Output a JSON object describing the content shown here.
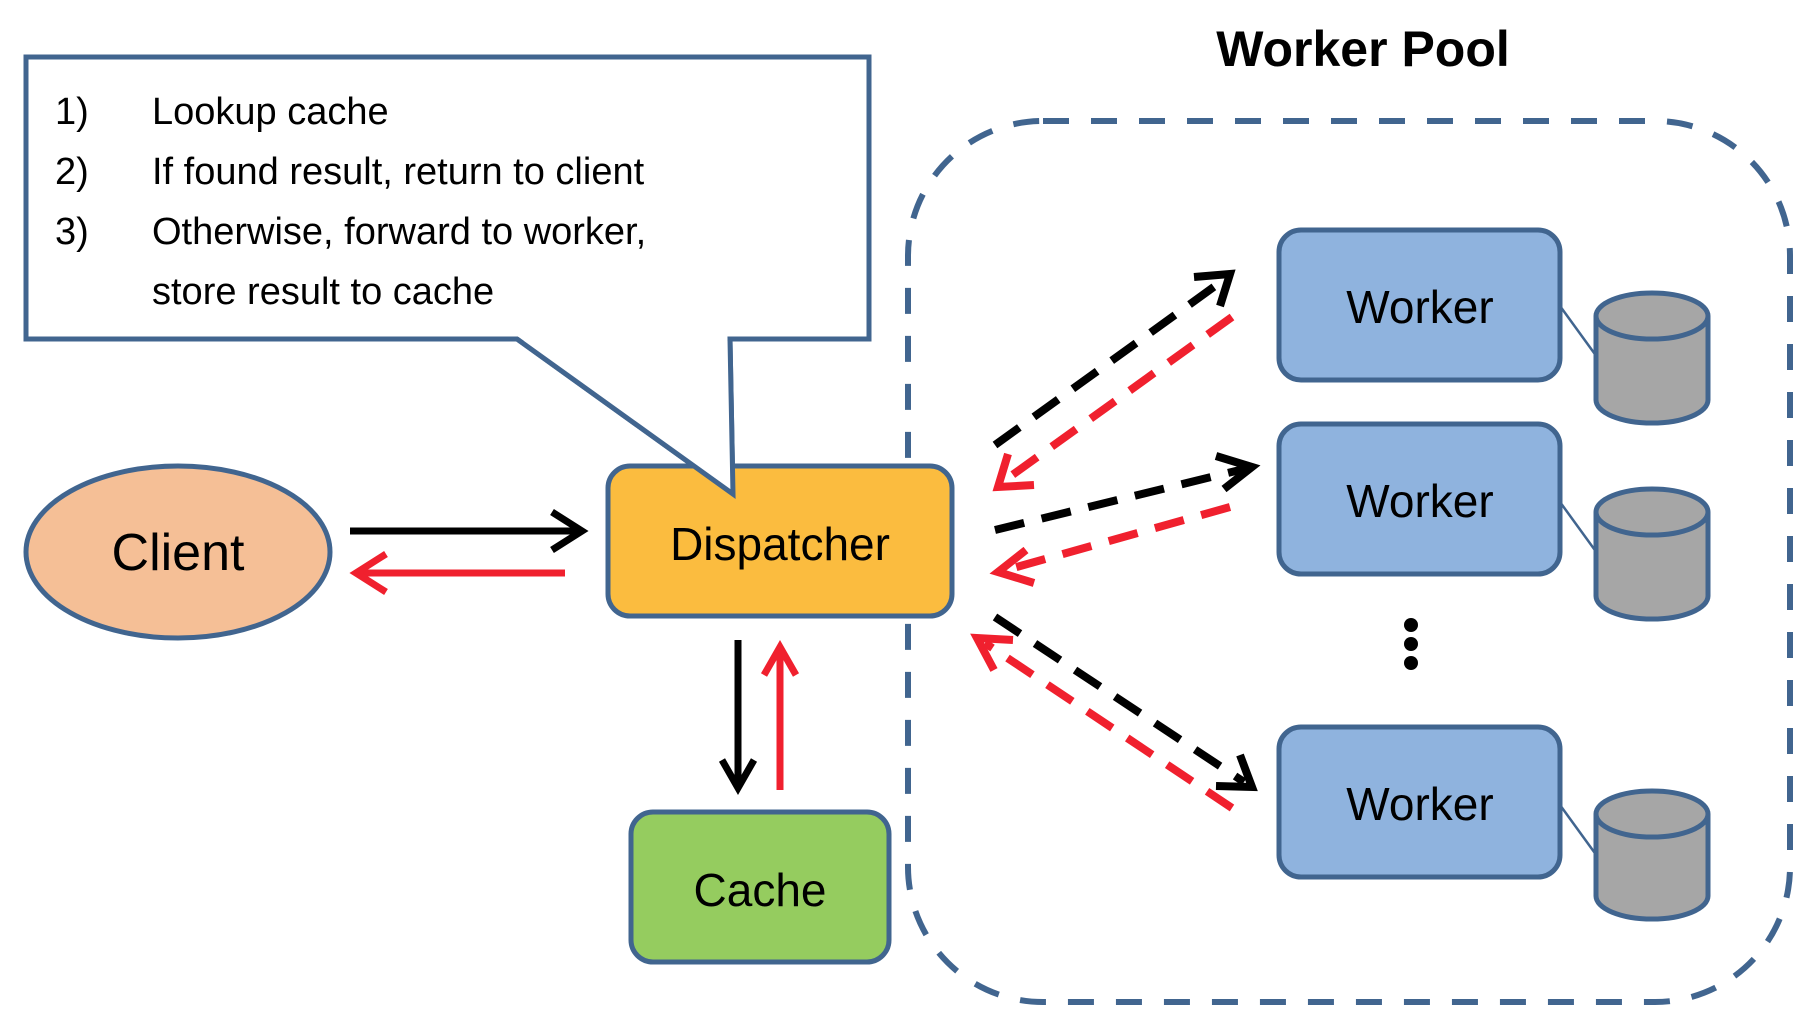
{
  "title": "Worker Pool",
  "callout": {
    "steps": [
      {
        "num": "1)",
        "text": "Lookup cache"
      },
      {
        "num": "2)",
        "text": "If found result, return to client"
      },
      {
        "num": "3)",
        "text": "Otherwise, forward to worker,",
        "continuation": "store result to cache"
      }
    ]
  },
  "nodes": {
    "client": "Client",
    "dispatcher": "Dispatcher",
    "cache": "Cache",
    "workers": [
      "Worker",
      "Worker",
      "Worker"
    ],
    "ellipsis": "⋮"
  },
  "colors": {
    "outline": "#41658F",
    "client_fill": "#F5BF96",
    "dispatcher_fill": "#FBBC3F",
    "cache_fill": "#95CC5F",
    "worker_fill": "#8FB3DE",
    "db_fill": "#A6A6A6",
    "request_arrow": "#000000",
    "response_arrow": "#F0202E"
  }
}
